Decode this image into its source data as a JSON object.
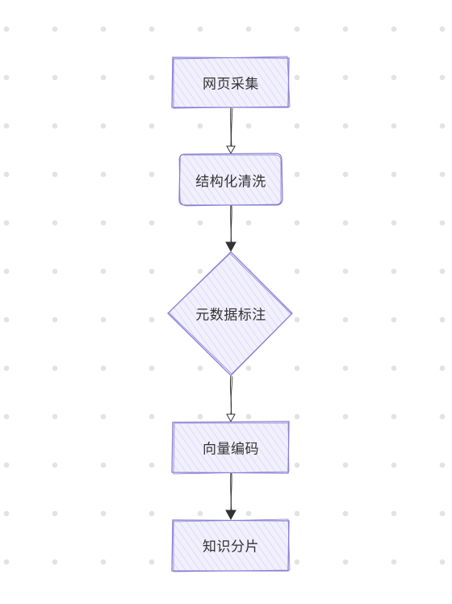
{
  "diagram": {
    "nodes": [
      {
        "id": "n1",
        "label": "网页采集",
        "shape": "rect"
      },
      {
        "id": "n2",
        "label": "结构化清洗",
        "shape": "rounded-rect"
      },
      {
        "id": "n3",
        "label": "元数据标注",
        "shape": "diamond"
      },
      {
        "id": "n4",
        "label": "向量编码",
        "shape": "rect"
      },
      {
        "id": "n5",
        "label": "知识分片",
        "shape": "rect"
      }
    ],
    "edges": [
      {
        "from": "n1",
        "to": "n2",
        "arrow": "hollow"
      },
      {
        "from": "n2",
        "to": "n3",
        "arrow": "filled"
      },
      {
        "from": "n3",
        "to": "n4",
        "arrow": "hollow"
      },
      {
        "from": "n4",
        "to": "n5",
        "arrow": "filled"
      }
    ],
    "colors": {
      "node_fill": "#ecebfb",
      "node_stroke": "#8c80d4",
      "edge": "#333333",
      "dots": "#e3e3e3"
    }
  }
}
